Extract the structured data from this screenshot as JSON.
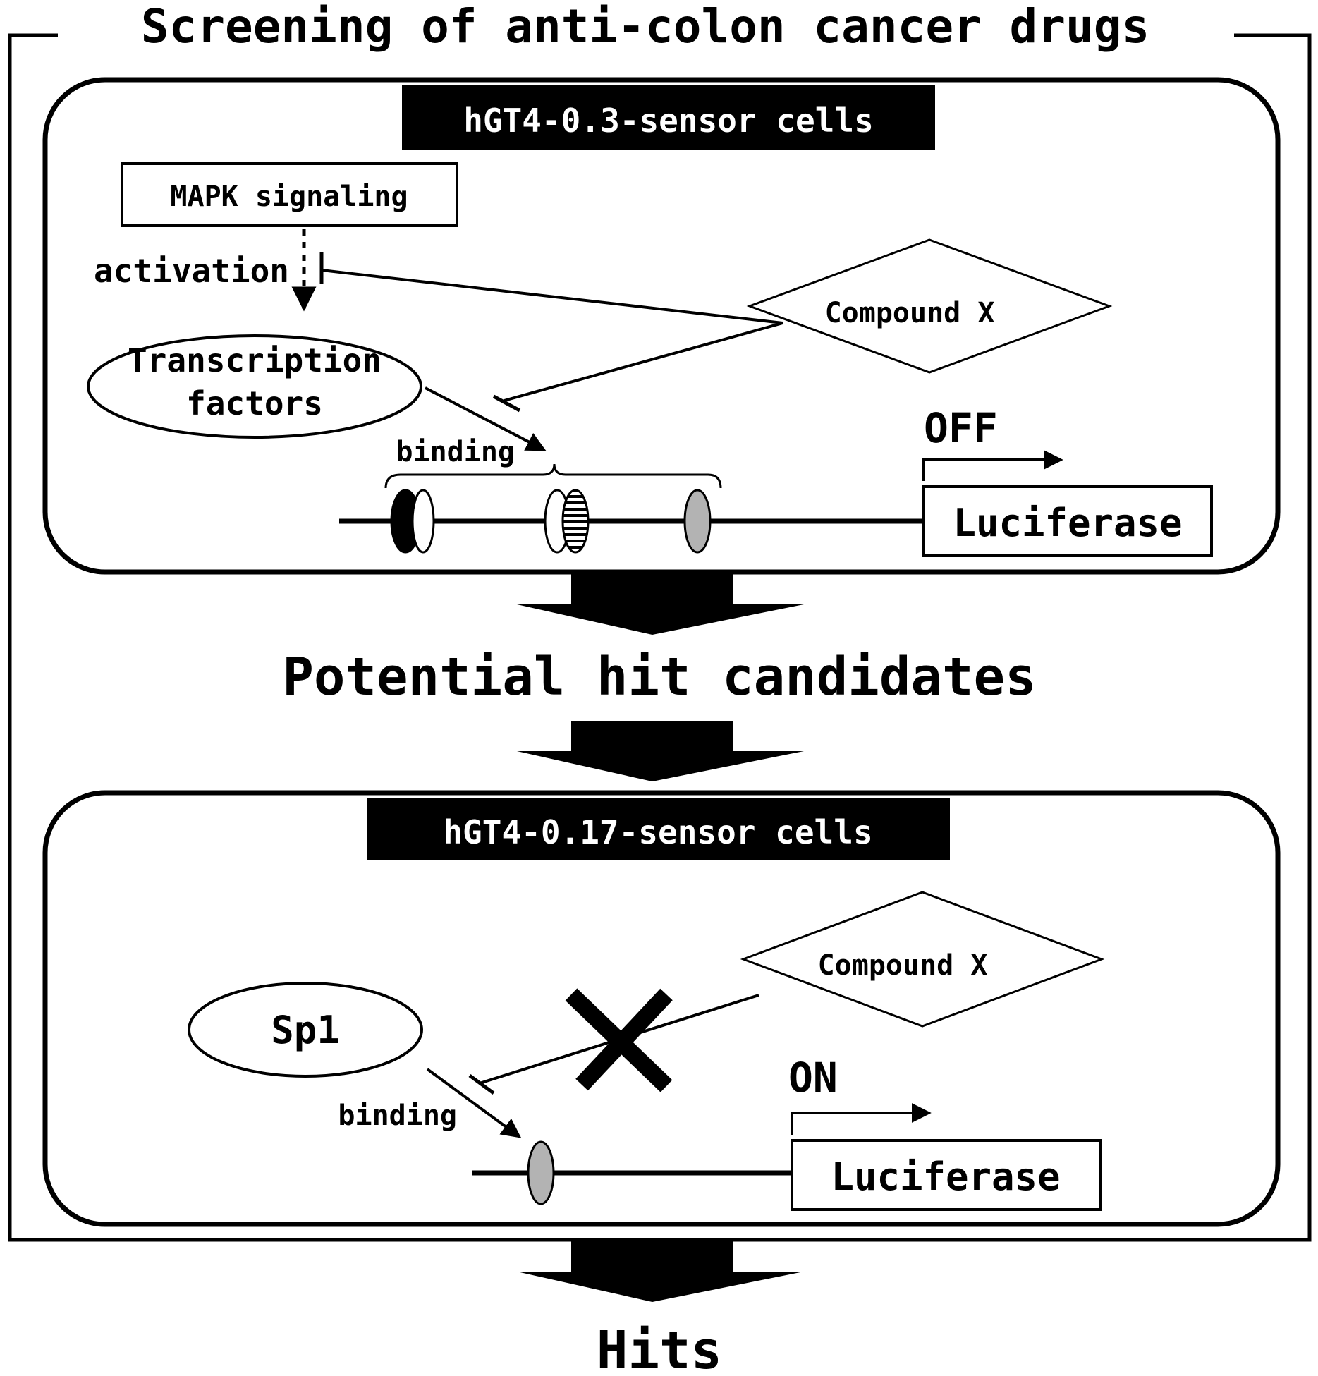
{
  "title": "Screening of anti-colon cancer drugs",
  "panel1": {
    "header": "hGT4-0.3-sensor cells",
    "mapk": "MAPK signaling",
    "activation": "activation",
    "tf_line1": "Transcription",
    "tf_line2": "factors",
    "compound": "Compound X",
    "binding": "binding",
    "state": "OFF",
    "reporter": "Luciferase"
  },
  "stage": "Potential hit candidates",
  "panel2": {
    "header": "hGT4-0.17-sensor cells",
    "compound": "Compound X",
    "sp1": "Sp1",
    "binding": "binding",
    "state": "ON",
    "reporter": "Luciferase"
  },
  "result": "Hits",
  "colors": {
    "ink": "#000000",
    "background": "#ffffff",
    "site_gray": "#b3b3b3"
  }
}
